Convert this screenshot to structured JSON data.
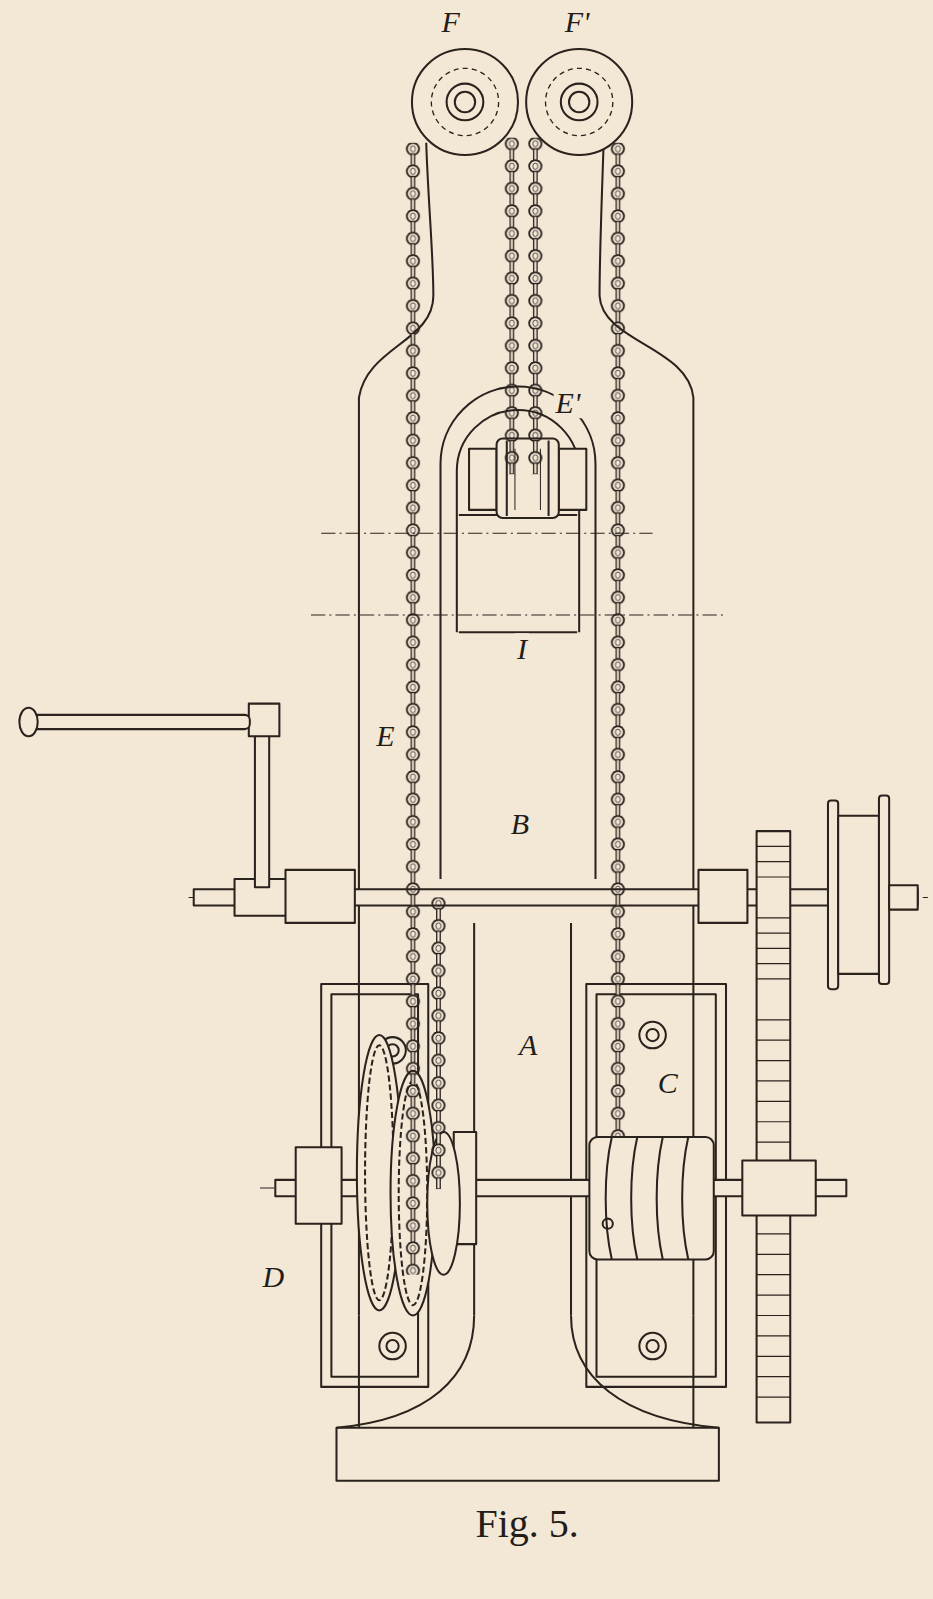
{
  "diagram": {
    "caption": "Fig. 5.",
    "labels": [
      "F",
      "F'",
      "E'",
      "I",
      "E",
      "B",
      "A",
      "C",
      "D"
    ]
  }
}
